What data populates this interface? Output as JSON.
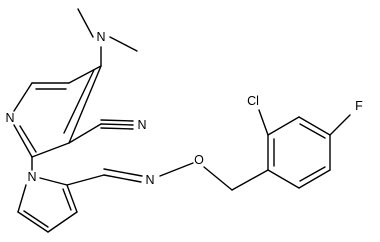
{
  "atoms": {
    "n_dimethylamino": "N",
    "n_pyridine": "N",
    "n_nitrile": "N",
    "n_pyrrole": "N",
    "n_oxime": "N",
    "o_ether": "O",
    "cl": "Cl",
    "f": "F"
  },
  "colors": {
    "bond": "#000000",
    "text": "#000000",
    "background": "#ffffff"
  }
}
